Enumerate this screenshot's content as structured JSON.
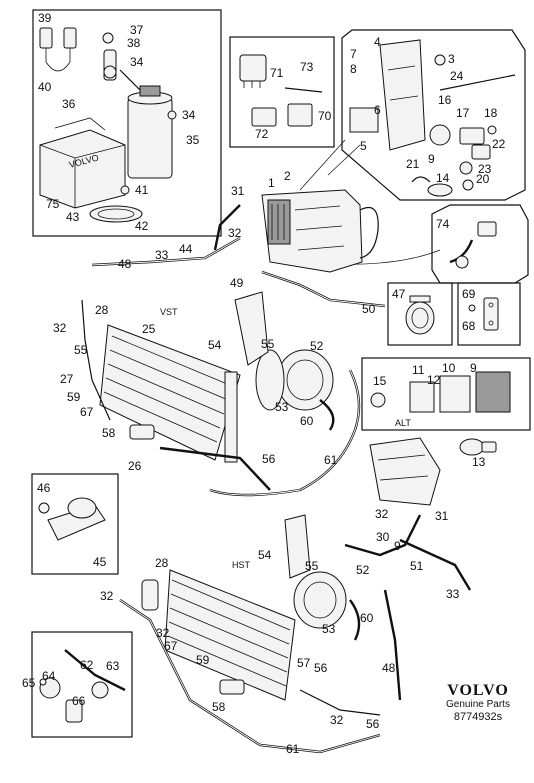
{
  "callouts": {
    "c1": "1",
    "c2": "2",
    "c3": "3",
    "c4": "4",
    "c5": "5",
    "c6": "6",
    "c7": "7",
    "c8": "8",
    "c9": "9",
    "c10": "10",
    "c11": "11",
    "c12": "12",
    "c13": "13",
    "c14": "14",
    "c15": "15",
    "c16": "16",
    "c17": "17",
    "c18": "18",
    "c20": "20",
    "c21": "21",
    "c22": "22",
    "c23": "23",
    "c24": "24",
    "c25": "25",
    "c26": "26",
    "c27": "27",
    "c28": "28",
    "c30": "30",
    "c31": "31",
    "c32": "32",
    "c33": "33",
    "c34": "34",
    "c35": "35",
    "c36": "36",
    "c37": "37",
    "c38": "38",
    "c39": "39",
    "c40": "40",
    "c41": "41",
    "c42": "42",
    "c43": "43",
    "c44": "44",
    "c45": "45",
    "c46": "46",
    "c47": "47",
    "c48": "48",
    "c49": "49",
    "c50": "50",
    "c51": "51",
    "c52": "52",
    "c53": "53",
    "c54": "54",
    "c55": "55",
    "c56": "56",
    "c57": "57",
    "c58": "58",
    "c59": "59",
    "c60": "60",
    "c61": "61",
    "c62": "62",
    "c63": "63",
    "c64": "64",
    "c65": "65",
    "c66": "66",
    "c67": "67",
    "c68": "68",
    "c69": "69",
    "c70": "70",
    "c71": "71",
    "c72": "72",
    "c73": "73",
    "c74": "74",
    "c75": "75"
  },
  "variant_labels": {
    "vst": "VST",
    "hst": "HST",
    "alt": "ALT"
  },
  "box_label": "VOLVO",
  "brand": {
    "logo": "VOLVO",
    "subtitle": "Genuine Parts",
    "reference": "8774932s"
  }
}
